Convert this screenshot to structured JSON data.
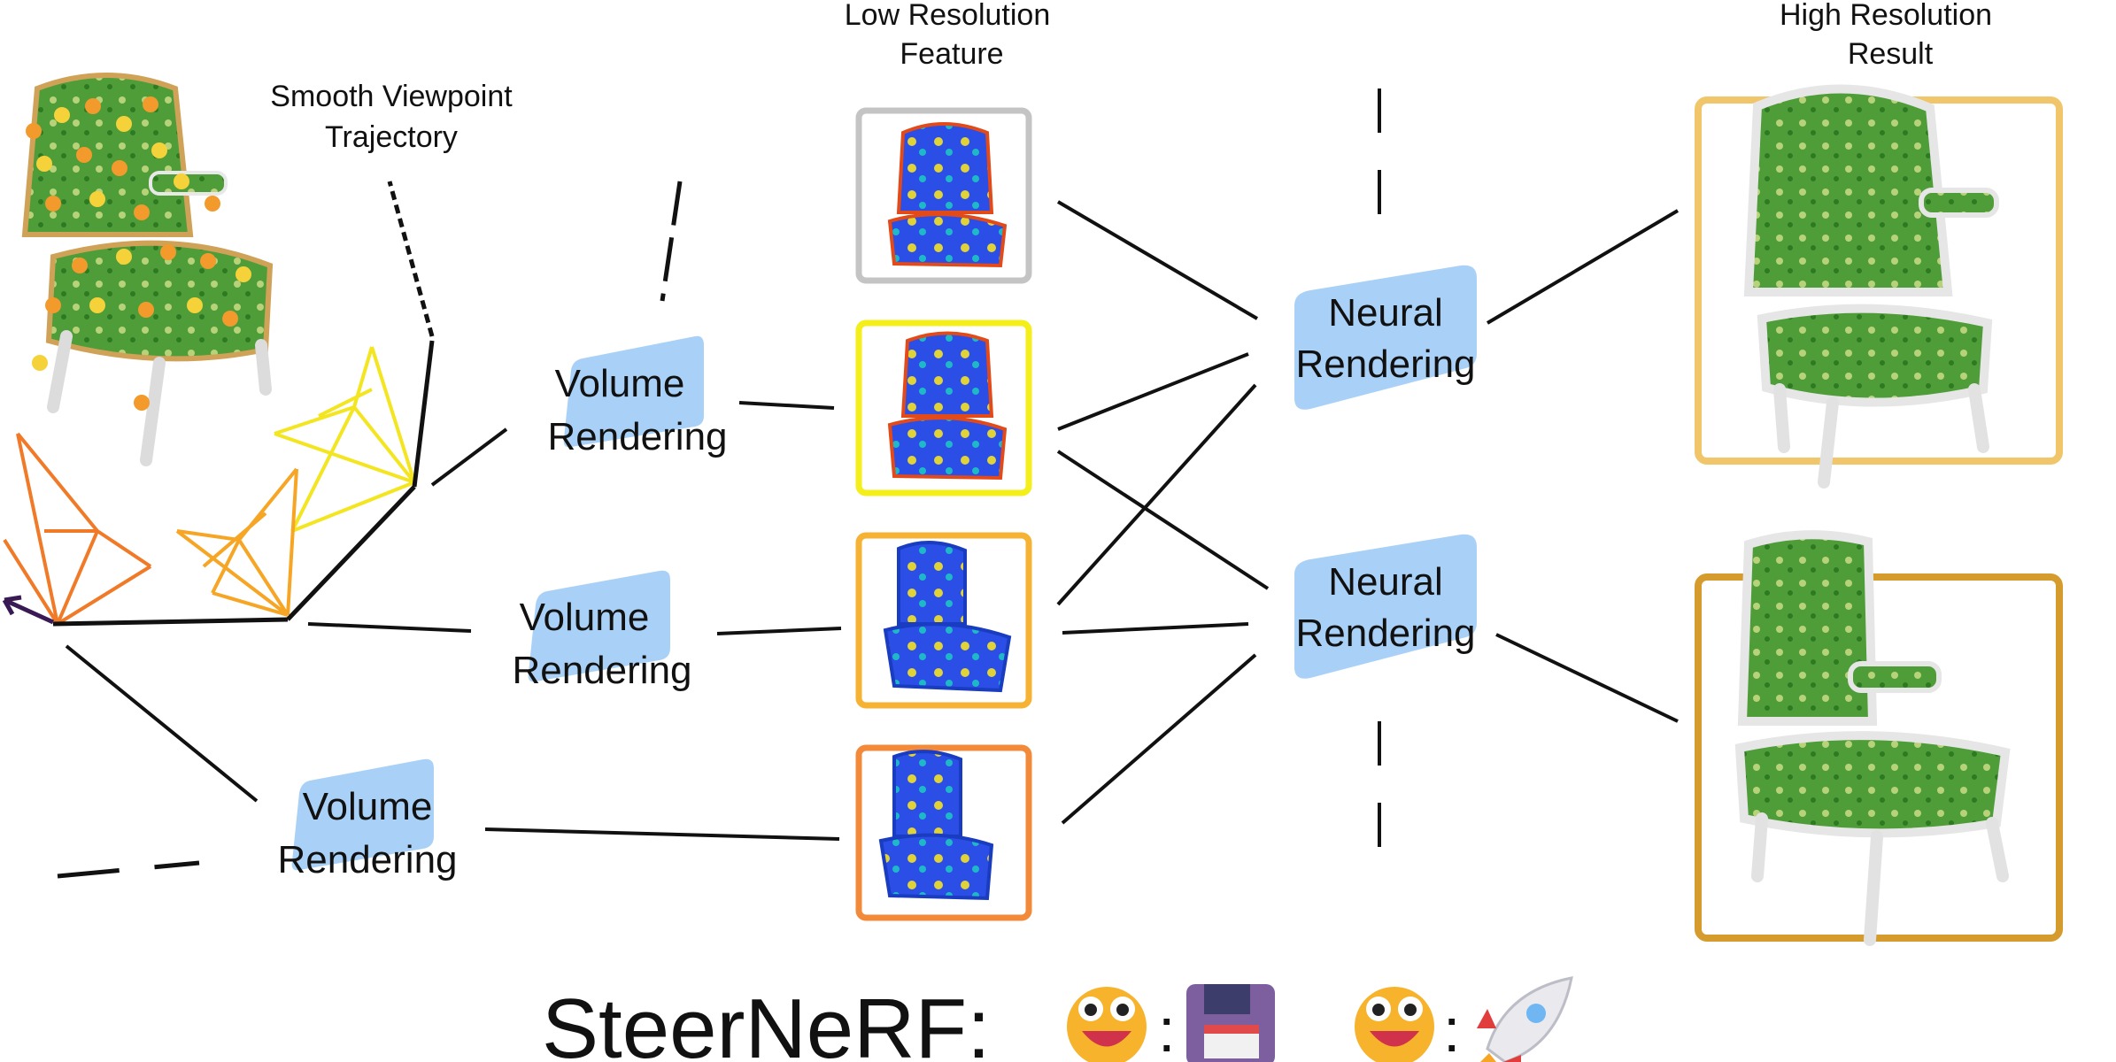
{
  "labels": {
    "smooth_line1": "Smooth Viewpoint",
    "smooth_line2": "Trajectory",
    "low_res_line1": "Low Resolution",
    "low_res_line2": "Feature",
    "high_res_line1": "High Resolution",
    "high_res_line2": "Result"
  },
  "volume_rendering": [
    {
      "line1": "Volume",
      "line2": "Rendering"
    },
    {
      "line1": "Volume",
      "line2": "Rendering"
    },
    {
      "line1": "Volume",
      "line2": "Rendering"
    }
  ],
  "neural_rendering": [
    {
      "line1": "Neural",
      "line2": "Rendering"
    },
    {
      "line1": "Neural",
      "line2": "Rendering"
    }
  ],
  "footer": {
    "title": "SteerNeRF:",
    "sep1": ":",
    "sep2": ":",
    "icons": [
      "grinning-face-icon",
      "floppy-disk-icon",
      "grinning-face-icon",
      "rocket-icon"
    ]
  },
  "colors": {
    "block_fill": "#a9d1f7",
    "frame_gray": "#c4c4c4",
    "frame_yellow": "#f4ee1a",
    "frame_orange_light": "#f6b232",
    "frame_orange": "#f28a3a",
    "frame_hr1": "#f1c66b",
    "frame_hr2": "#d59b2c",
    "chair_green": "#4a9b35",
    "heatmap_blue": "#1f4de0"
  }
}
